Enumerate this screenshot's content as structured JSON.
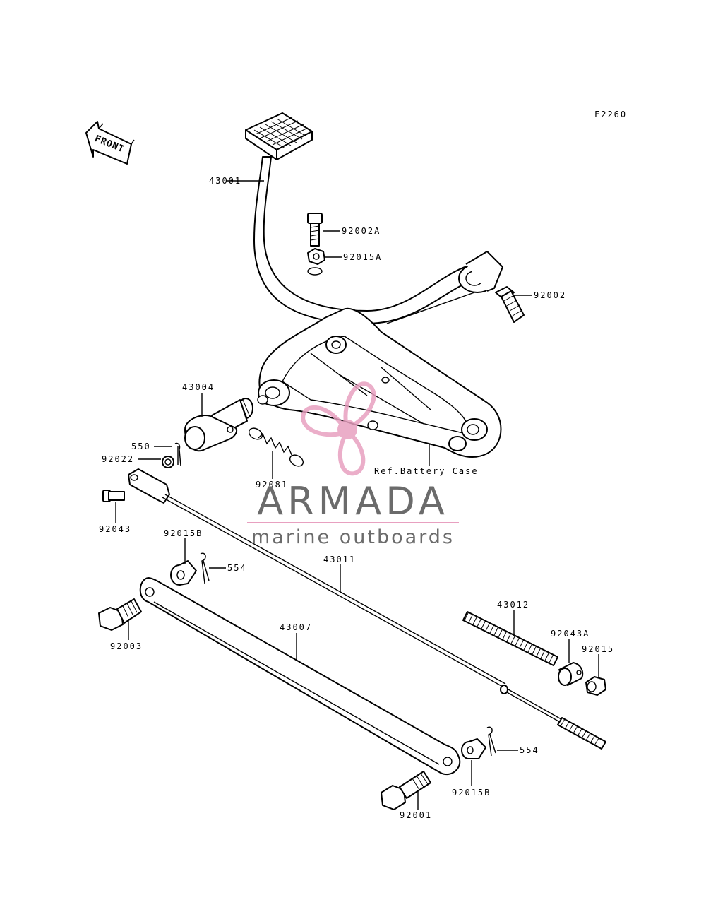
{
  "figure_code": "F2260",
  "front_label": "FRONT",
  "reference_note": "Ref.Battery Case",
  "watermark": {
    "brand": "ARMADA",
    "tagline": "marine outboards",
    "logo_icon": "propeller-icon",
    "accent_color": "#e8a0c0",
    "text_color": "#6b6b6b"
  },
  "parts": {
    "p43001": "43001",
    "p92002A": "92002A",
    "p92015A": "92015A",
    "p92002": "92002",
    "p43004": "43004",
    "p550": "550",
    "p92022": "92022",
    "p92081": "92081",
    "p92043": "92043",
    "p92015B_top": "92015B",
    "p554_top": "554",
    "p43011": "43011",
    "p92003": "92003",
    "p43007": "43007",
    "p43012": "43012",
    "p92043A": "92043A",
    "p92015": "92015",
    "p554_bottom": "554",
    "p92015B_bottom": "92015B",
    "p92001": "92001"
  }
}
